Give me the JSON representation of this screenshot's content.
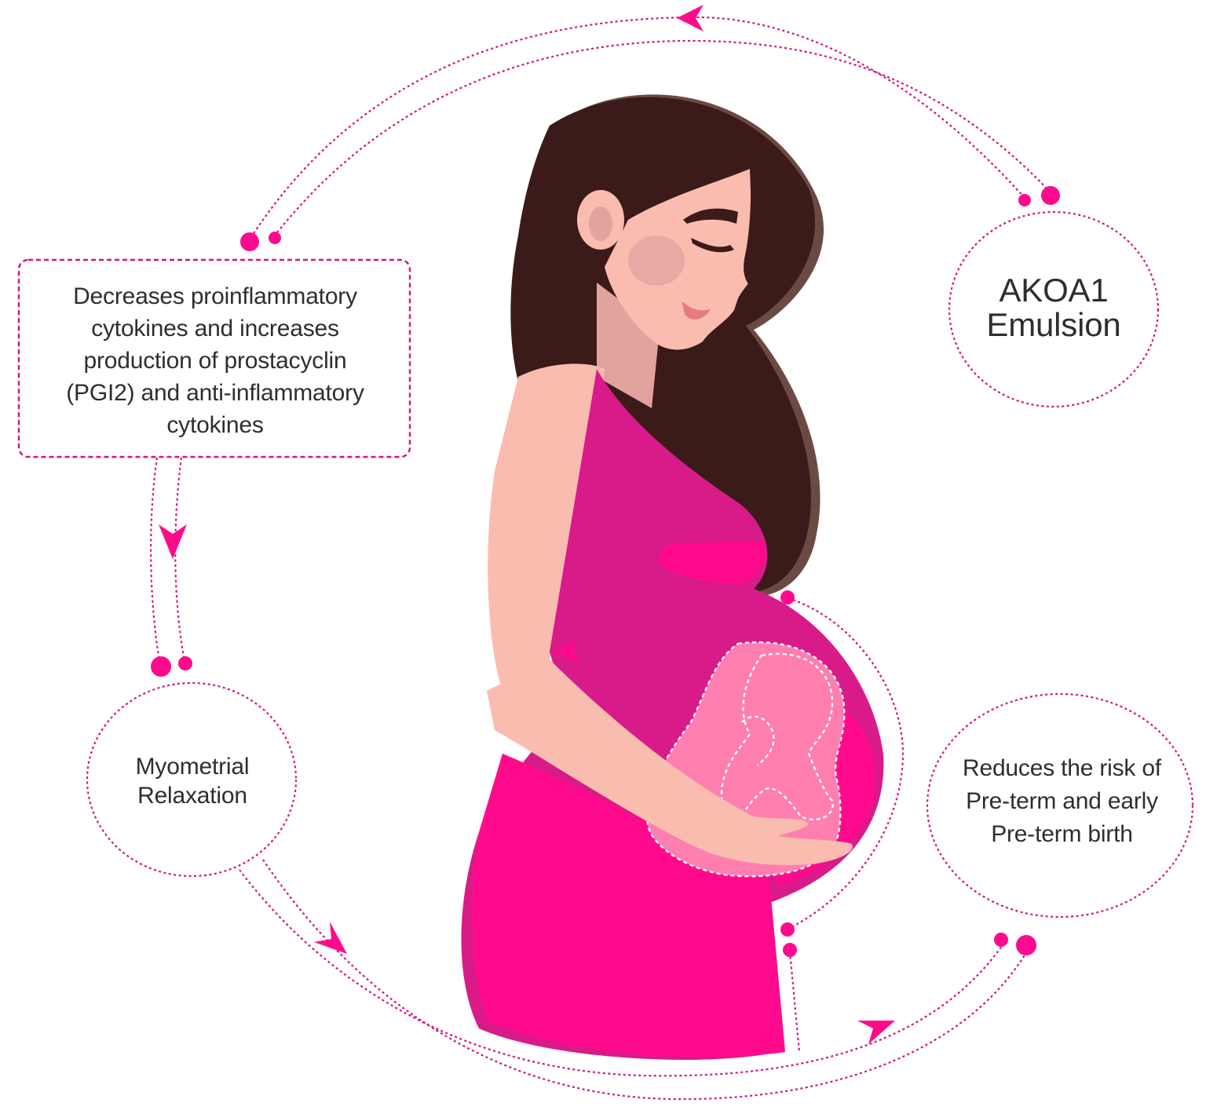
{
  "diagram": {
    "type": "cycle-flow",
    "nodes": [
      {
        "id": "akoa1",
        "shape": "dashed-circle",
        "lines": [
          "AKOA1",
          "Emulsion"
        ]
      },
      {
        "id": "cytokines",
        "shape": "dashed-rounded-box",
        "lines": [
          "Decreases proinflammatory",
          "cytokines and increases",
          "production of prostacyclin",
          "(PGI2) and anti-inflammatory",
          "cytokines"
        ]
      },
      {
        "id": "myometrial",
        "shape": "dashed-circle",
        "lines": [
          "Myometrial",
          "Relaxation"
        ]
      },
      {
        "id": "preterm",
        "shape": "dashed-circle",
        "lines": [
          "Reduces the risk of",
          "Pre-term and early",
          "Pre-term birth"
        ]
      }
    ],
    "edges": [
      {
        "from": "akoa1",
        "to": "cytokines",
        "style": "dotted-double-arc",
        "arrow": "left"
      },
      {
        "from": "cytokines",
        "to": "myometrial",
        "style": "dotted-double-line",
        "arrow": "down"
      },
      {
        "from": "myometrial",
        "to": "preterm",
        "style": "dotted-double-arc",
        "arrow": "right"
      },
      {
        "from": "belly",
        "to": "preterm",
        "style": "dotted-arc",
        "arrow": "none"
      }
    ],
    "illustration": "pregnant-woman-with-fetus-outline"
  },
  "colors": {
    "accent": "#ff0a8c",
    "line": "#d4157f",
    "dress_dark": "#d81b88",
    "dress_bright": "#ff0a8c",
    "womb": "#ff7eb0",
    "skin": "#fbbcb0",
    "skin_shadow": "#e0a39e",
    "blush": "#e8a8a4",
    "hair": "#3b1a1a",
    "hair_highlight": "#6b4a44",
    "text": "#2e2e2e"
  }
}
